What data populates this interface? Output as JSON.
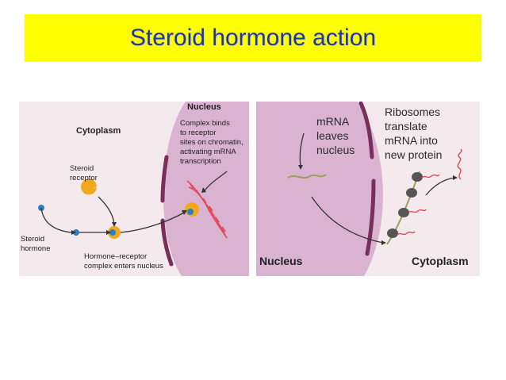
{
  "title": "Steroid hormone action",
  "left_panel": {
    "nucleus_label": "Nucleus",
    "cytoplasm_label": "Cytoplasm",
    "complex_binds": [
      "Complex binds",
      "to receptor",
      "sites on chromatin,",
      "activating mRNA",
      "transcription"
    ],
    "steroid_receptor": [
      "Steroid",
      "receptor"
    ],
    "steroid_hormone": [
      "Steroid",
      "hormone"
    ],
    "hormone_receptor": [
      "Hormone–receptor",
      "complex enters nucleus"
    ]
  },
  "right_panel": {
    "mrna_leaves": [
      "mRNA",
      "leaves",
      "nucleus"
    ],
    "ribosomes": [
      "Ribosomes",
      "translate",
      "mRNA into",
      "new protein"
    ],
    "nucleus_label": "Nucleus",
    "cytoplasm_label": "Cytoplasm"
  },
  "colors": {
    "title_bg": "#ffff00",
    "title_text": "#1f3a8a",
    "cytoplasm": "#f4e9ec",
    "nucleus": "#d9b3d0",
    "membrane": "#7a2f5a",
    "receptor": "#f2a81d",
    "hormone": "#2a7fc1",
    "mrna": "#e0485a"
  }
}
